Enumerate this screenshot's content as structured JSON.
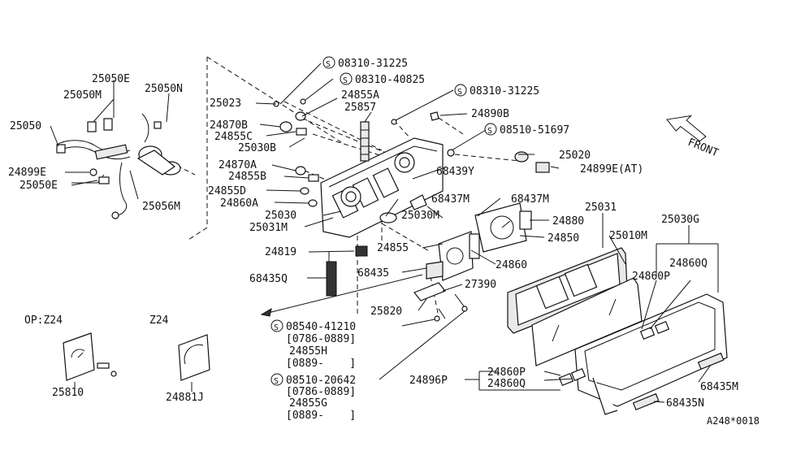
{
  "labels": {
    "l08310_31225a": "08310-31225",
    "l08310_40825": "08310-40825",
    "l08310_31225b": "08310-31225",
    "l08510_51697": "08510-51697",
    "l08540_41210": "08540-41210",
    "l08510_20642": "08510-20642",
    "l25050E": "25050E",
    "l25050N": "25050N",
    "l25050M": "25050M",
    "l25050": "25050",
    "l25023": "25023",
    "l24855A": "24855A",
    "l25857": "25857",
    "l24890B": "24890B",
    "l24870B": "24870B",
    "l24855C": "24855C",
    "l25030B": "25030B",
    "l25020": "25020",
    "l24899E_AT": "24899E(AT)",
    "l24899E": "24899E",
    "l25050E2": "25050E",
    "l24870A": "24870A",
    "l24855B": "24855B",
    "l68439Y": "68439Y",
    "l24855D": "24855D",
    "l24860A": "24860A",
    "l68437M_a": "68437M",
    "l68437M_b": "68437M",
    "l25056M": "25056M",
    "l25030": "25030",
    "l25031M": "25031M",
    "l25030M": "25030M",
    "l25031": "25031",
    "l24880": "24880",
    "l25030G": "25030G",
    "l24850": "24850",
    "l25010M": "25010M",
    "l24819": "24819",
    "l24855": "24855",
    "l24860Q": "24860Q",
    "l24860": "24860",
    "l24860P": "24860P",
    "l68435": "68435",
    "l68435Q": "68435Q",
    "l27390": "27390",
    "l25820": "25820",
    "l0786_0889_a": "[0786-0889]",
    "l24855H": "24855H",
    "l0889_a": "[0889-    ]",
    "l0786_0889_b": "[0786-0889]",
    "l24855G": "24855G",
    "l0889_b": "[0889-    ]",
    "l24896P": "24896P",
    "l24860P_b": "24860P",
    "l24860Q_b": "24860Q",
    "l68435M": "68435M",
    "l68435N": "68435N",
    "l_opz24": "OP:Z24",
    "l_z24": "Z24",
    "l25810": "25810",
    "l24881J": "24881J",
    "l_front": "FRONT",
    "l_code": "A248*0018"
  },
  "icons": {
    "screw_symbol": "circled-S",
    "front_arrow": "arrow-up-left"
  }
}
